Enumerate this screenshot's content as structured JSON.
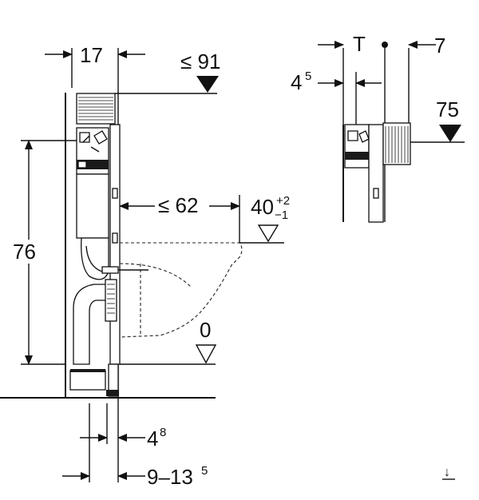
{
  "dimensions": {
    "width_17": "17",
    "max_91": "≤ 91",
    "max_62": "≤ 62",
    "height_76": "76",
    "level_40_base": "40",
    "level_40_tol_plus": "+2",
    "level_40_tol_minus": "−1",
    "level_0": "0",
    "dim_4_8_base": "4",
    "dim_4_8_sup": "8",
    "dim_9_13_base": "9–13",
    "dim_9_13_sup": "5",
    "detail_T": "T",
    "detail_7": "7",
    "detail_4_5_base": "4",
    "detail_4_5_sup": "5",
    "detail_75": "75"
  },
  "icons": {
    "corner_arrow": "↓"
  },
  "colors": {
    "line": "#111111",
    "background": "#ffffff"
  }
}
